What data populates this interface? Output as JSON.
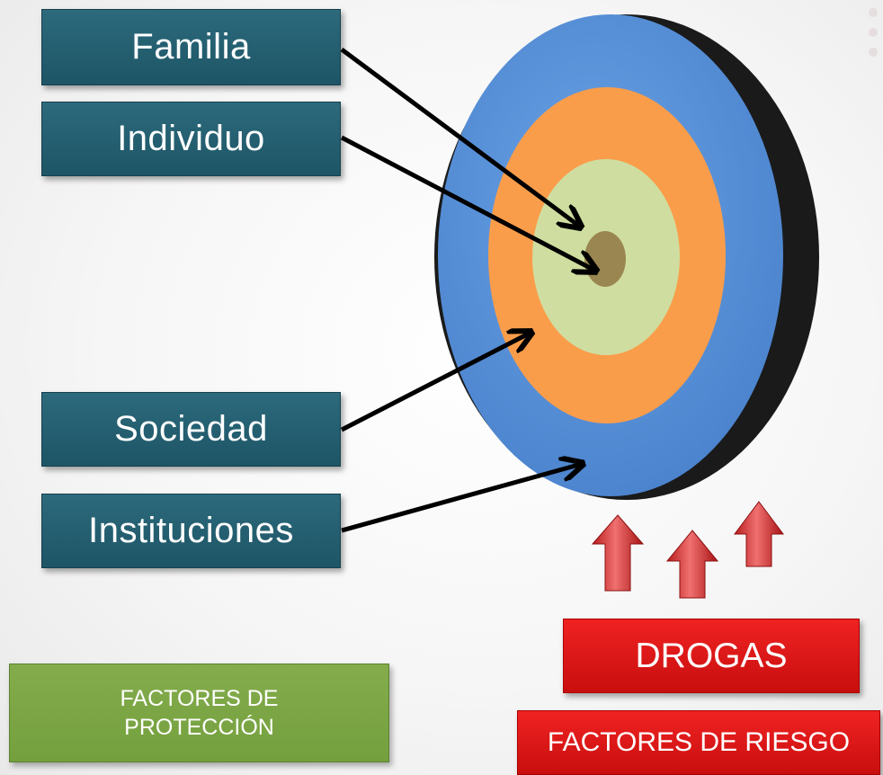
{
  "labels": {
    "familia": "Familia",
    "individuo": "Individuo",
    "sociedad": "Sociedad",
    "instituciones": "Instituciones"
  },
  "drogas": "DROGAS",
  "factores_riesgo": "FACTORES DE RIESGO",
  "factores_proteccion": "FACTORES DE\nPROTECCIÓN",
  "colors": {
    "outer_ring": "#5b93d9",
    "middle_ring": "#f99d4b",
    "inner_ring": "#cfdea0",
    "bullseye": "#9a8650",
    "label_box": "#226072",
    "risk_box": "#e01616",
    "protection_box": "#7ca646",
    "risk_arrow": "#d63232"
  }
}
